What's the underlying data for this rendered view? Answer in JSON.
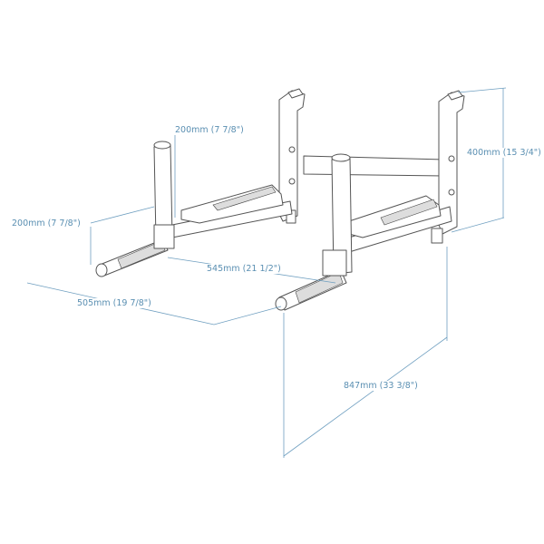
{
  "title": "Dip bar dimensions drawing",
  "accent_color": "#5a8fb2",
  "dimensions": {
    "post_height": "200mm (7 7/8\")",
    "handle_length": "200mm (7 7/8\")",
    "mount_height": "400mm (15 3/4\")",
    "inner_width": "545mm (21 1/2\")",
    "depth": "505mm (19 7/8\")",
    "overall_width": "847mm (33 3/8\")"
  }
}
